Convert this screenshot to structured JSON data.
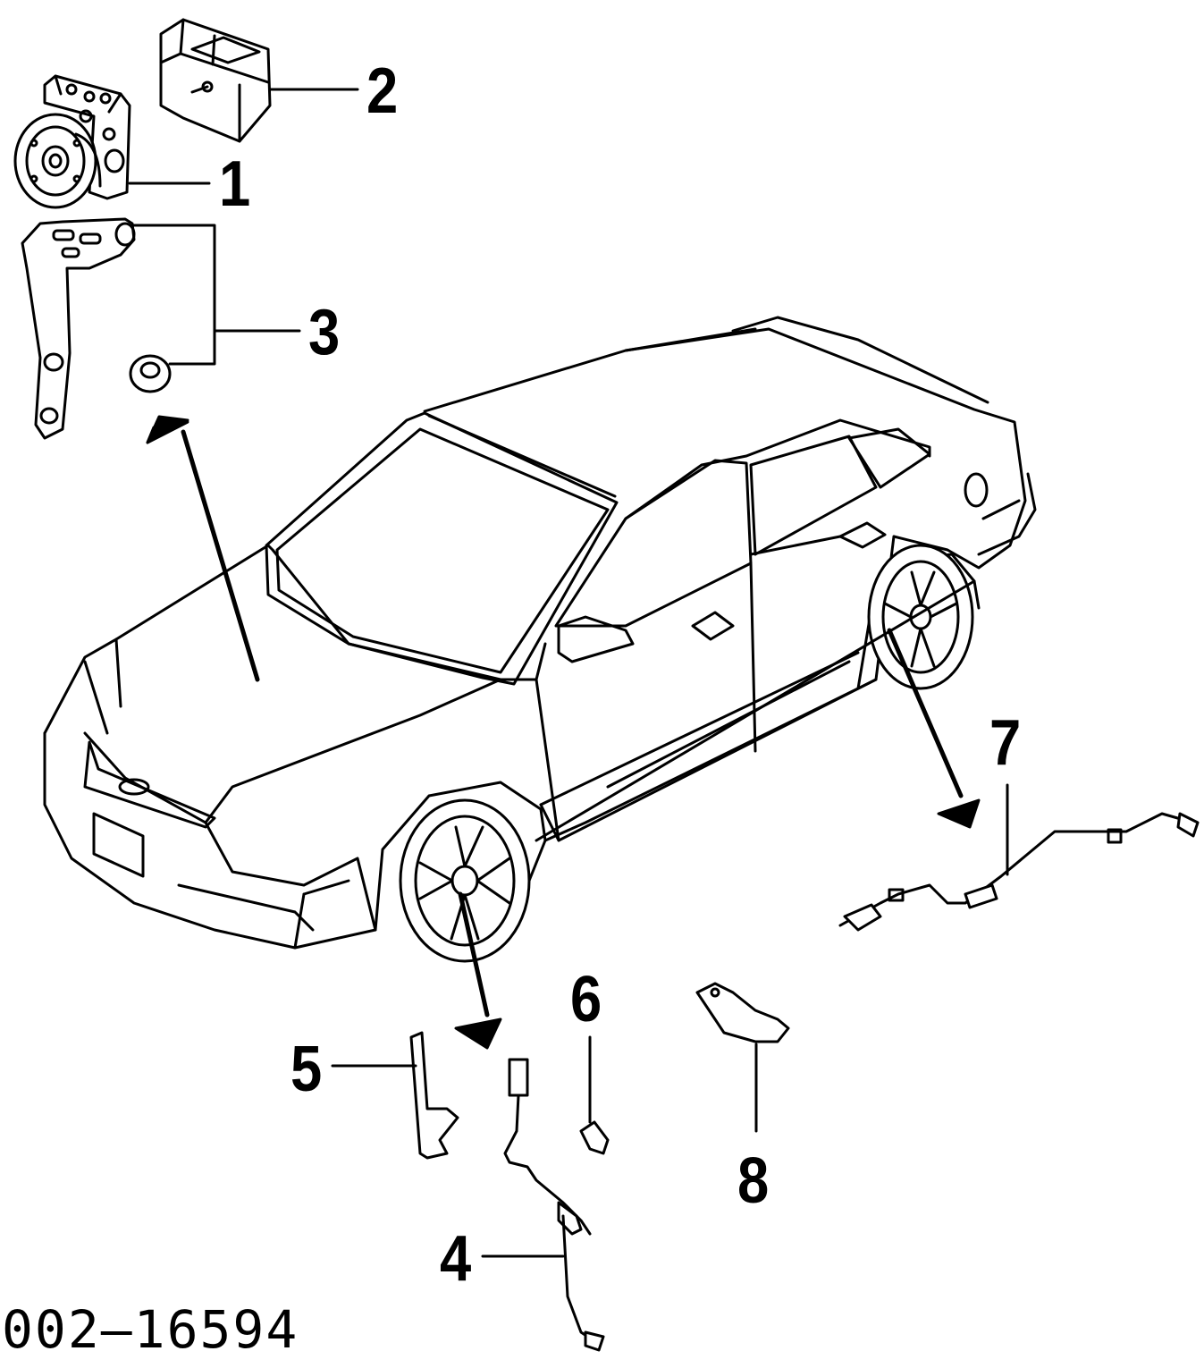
{
  "diagram_code": "002–16594",
  "callouts": [
    {
      "id": "1",
      "label": "1"
    },
    {
      "id": "2",
      "label": "2"
    },
    {
      "id": "3",
      "label": "3"
    },
    {
      "id": "4",
      "label": "4"
    },
    {
      "id": "5",
      "label": "5"
    },
    {
      "id": "6",
      "label": "6"
    },
    {
      "id": "7",
      "label": "7"
    },
    {
      "id": "8",
      "label": "8"
    }
  ],
  "colors": {
    "line": "#000000",
    "background": "#ffffff"
  }
}
